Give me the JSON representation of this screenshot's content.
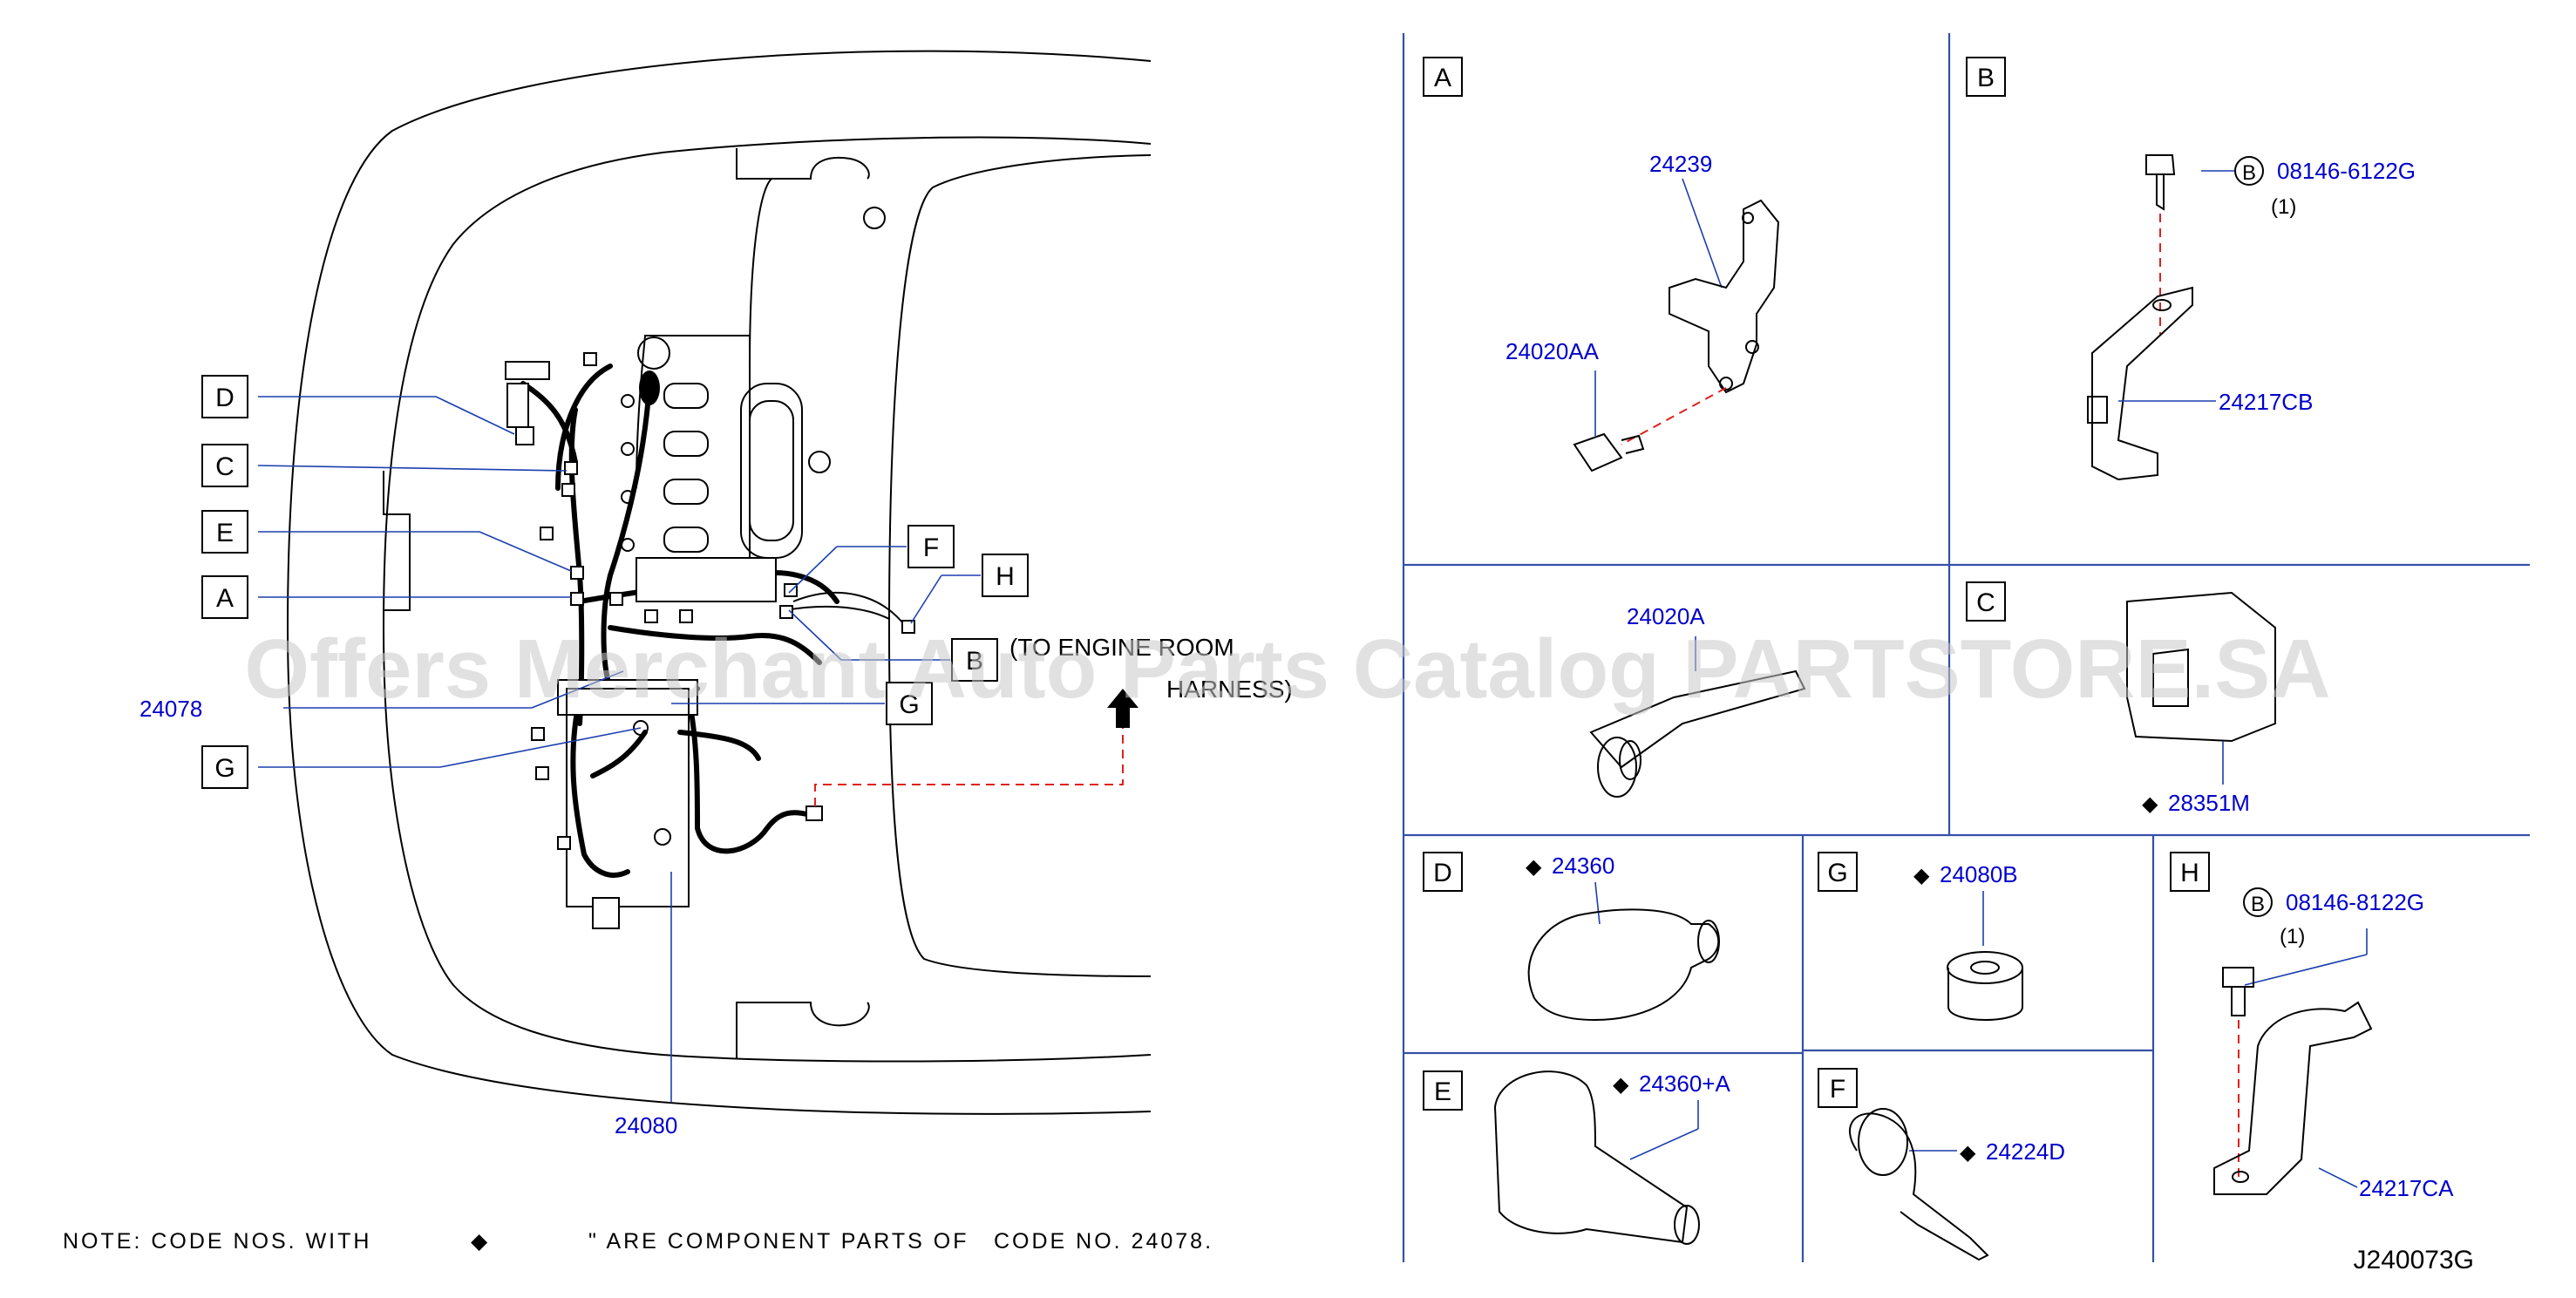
{
  "diagram_code": "J240073G",
  "watermark": "Offers Merchant Auto Parts Catalog PARTSTORE.SA",
  "note": {
    "prefix": "NOTE:  CODE  NOS.  WITH",
    "symbol": "◆",
    "suffix": "\"  ARE  COMPONENT  PARTS OF",
    "overlap": "CODE NO.  24078."
  },
  "main_view": {
    "callouts": [
      "D",
      "C",
      "E",
      "A",
      "G",
      "F",
      "H",
      "B",
      "G"
    ],
    "part_24078": "24078",
    "part_24080": "24080",
    "to_harness_line1": "(TO  ENGINE  ROOM",
    "to_harness_line2": "HARNESS)"
  },
  "panels": {
    "A": {
      "letter": "A",
      "parts": [
        "24239",
        "24020AA"
      ]
    },
    "B": {
      "letter": "B",
      "circle": "B",
      "part_bolt": "08146-6122G",
      "qty": "(1)",
      "part_bracket": "24217CB"
    },
    "A2": {
      "part": "24020A"
    },
    "C": {
      "letter": "C",
      "symbol": "◆",
      "part": "28351M"
    },
    "D": {
      "letter": "D",
      "symbol": "◆",
      "part": "24360"
    },
    "G": {
      "letter": "G",
      "symbol": "◆",
      "part": "24080B"
    },
    "H": {
      "letter": "H",
      "circle": "B",
      "part_bolt": "08146-8122G",
      "qty": "(1)",
      "part_bracket": "24217CA"
    },
    "E": {
      "letter": "E",
      "symbol": "◆",
      "part": "24360+A"
    },
    "F": {
      "letter": "F",
      "symbol": "◆",
      "part": "24224D"
    }
  }
}
